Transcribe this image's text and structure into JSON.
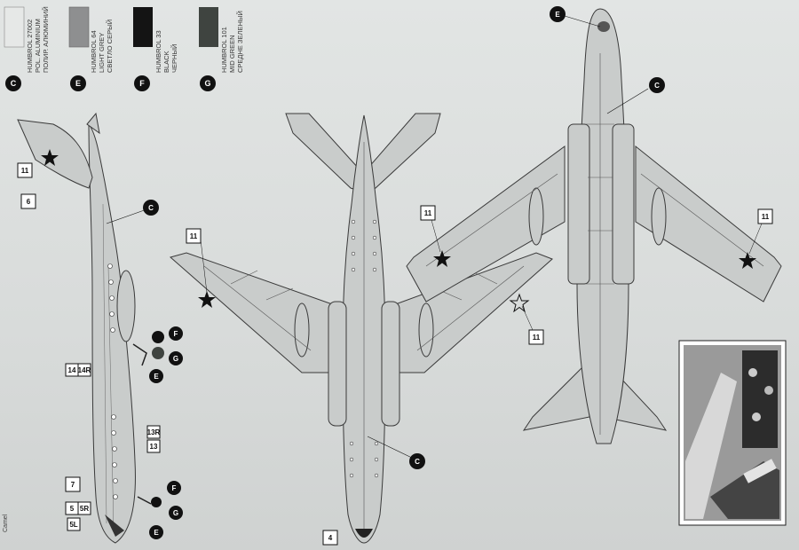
{
  "swatches": [
    {
      "code": "C",
      "color": "#e6e8e7",
      "lines": [
        "HUMBROL 27002",
        "POL. ALUMINIUM",
        "ПОЛИР. АЛЮМИНИЙ"
      ]
    },
    {
      "code": "E",
      "color": "#8e8f90",
      "lines": [
        "HUMBROL 64",
        "LIGHT GREY",
        "СВЕТЛО СЕРЫЙ"
      ]
    },
    {
      "code": "F",
      "color": "#141414",
      "lines": [
        "HUMBROL 33",
        "BLACK",
        "ЧЕРНЫЙ"
      ]
    },
    {
      "code": "G",
      "color": "#3f4440",
      "lines": [
        "HUMBROL 101",
        "MID GREEN",
        "СРЕДНЕ ЗЕЛЕНЫЙ"
      ]
    }
  ],
  "decals": {
    "side_tail": "11",
    "side_fin": "6",
    "side_14": "14",
    "side_14r": "14R",
    "side_13": "13",
    "side_13r": "13R",
    "side_7": "7",
    "side_5": "5",
    "side_5r": "5R",
    "side_5l": "5L",
    "top_wing": "11",
    "bottom_left_wing": "11",
    "bottom_right_wing": "11",
    "bottom_right_lower": "11",
    "nose": "4"
  },
  "callouts": {
    "c_side": "C",
    "f_side1": "F",
    "g_side1": "G",
    "e_side1": "E",
    "f_side2": "F",
    "g_side2": "G",
    "e_side2": "E",
    "c_top": "C",
    "c_bottom": "C",
    "e_bottom": "E"
  },
  "credit": "Camel",
  "photo_caption": ""
}
